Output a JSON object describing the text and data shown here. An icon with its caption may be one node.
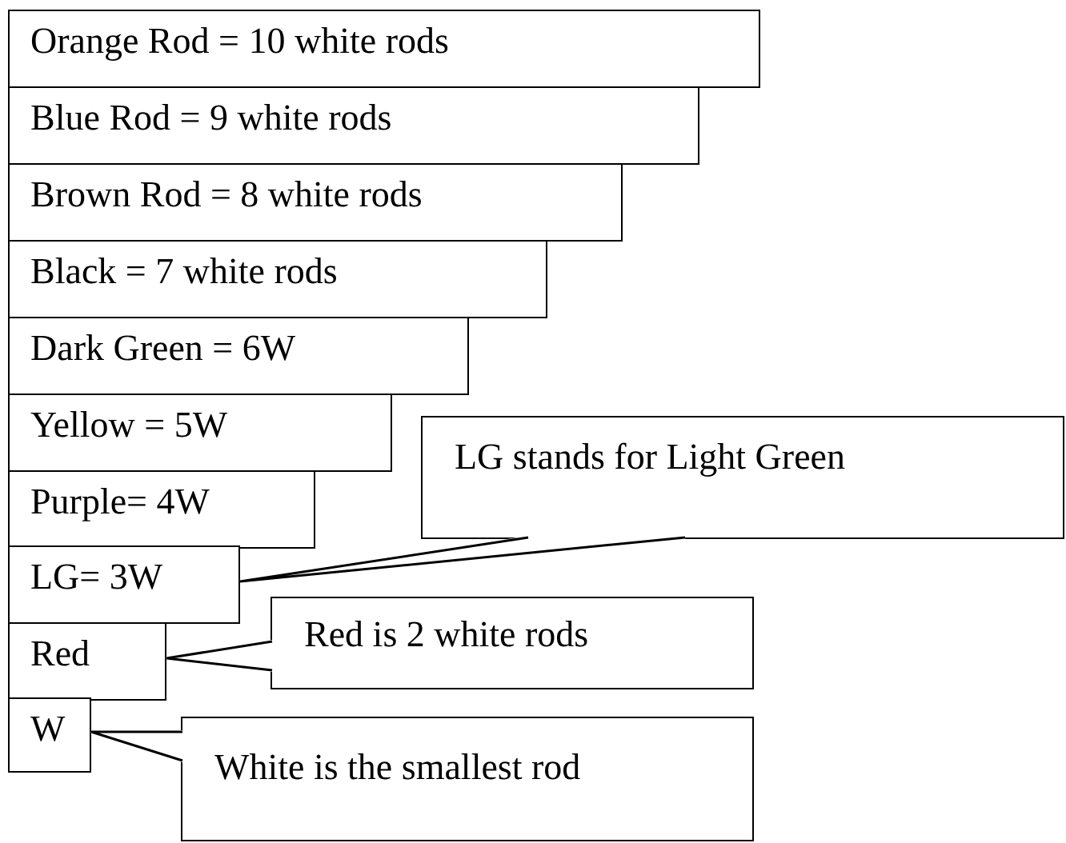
{
  "diagram": {
    "nodes": [
      {
        "text": [
          "Orange Rod = 10 white rods"
        ]
      },
      {
        "text": [
          "Blue Rod = 9 white rods"
        ]
      },
      {
        "text": [
          "Brown Rod = 8 white rods"
        ]
      },
      {
        "text": [
          "Black = 7 white rods"
        ]
      },
      {
        "text": [
          "Dark Green = 6W"
        ]
      },
      {
        "text": [
          "Yellow = 5W"
        ]
      },
      {
        "text": [
          "Purple= 4W"
        ]
      },
      {
        "text": [
          "LG= 3W"
        ]
      },
      {
        "text": [
          "Red"
        ]
      },
      {
        "text": [
          "W"
        ]
      },
      {
        "text": [
          "LG stands for Light Green"
        ]
      },
      {
        "text": [
          "Red is 2 white rods"
        ]
      },
      {
        "text": [
          "White is the smallest rod"
        ]
      }
    ],
    "edges": [
      {
        "from": 10,
        "to": 7,
        "arrow": "none"
      },
      {
        "from": 11,
        "to": 8,
        "arrow": "none"
      },
      {
        "from": 12,
        "to": 9,
        "arrow": "none"
      }
    ]
  }
}
